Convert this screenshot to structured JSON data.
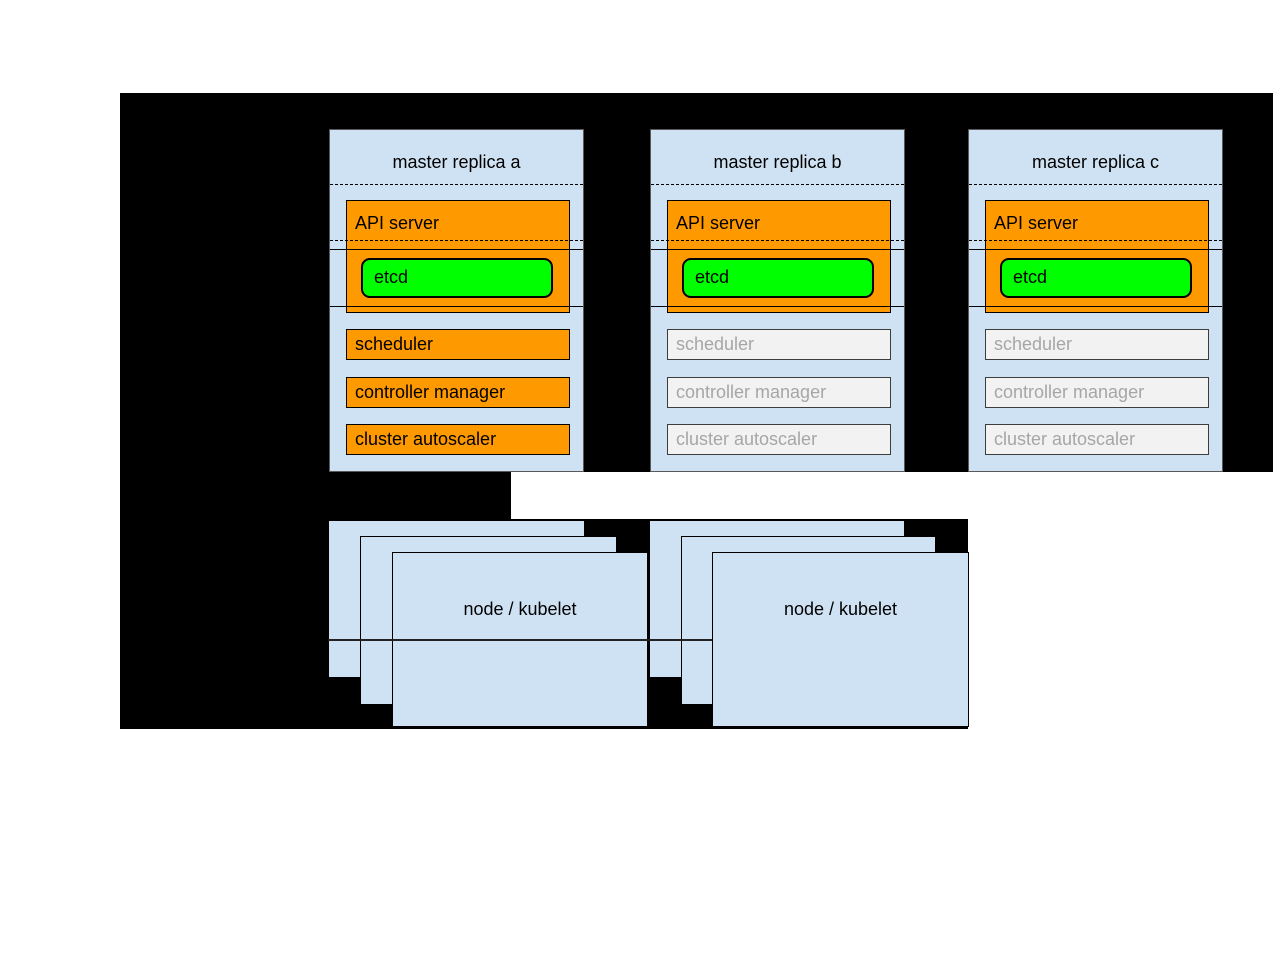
{
  "master_replicas": [
    {
      "title": "master replica a",
      "api_server": {
        "label": "API server",
        "state": "active"
      },
      "etcd": {
        "label": "etcd",
        "state": "active"
      },
      "components": [
        {
          "label": "scheduler",
          "state": "active"
        },
        {
          "label": "controller manager",
          "state": "active"
        },
        {
          "label": "cluster autoscaler",
          "state": "active"
        }
      ]
    },
    {
      "title": "master replica b",
      "api_server": {
        "label": "API server",
        "state": "active"
      },
      "etcd": {
        "label": "etcd",
        "state": "active"
      },
      "components": [
        {
          "label": "scheduler",
          "state": "inactive"
        },
        {
          "label": "controller manager",
          "state": "inactive"
        },
        {
          "label": "cluster autoscaler",
          "state": "inactive"
        }
      ]
    },
    {
      "title": "master replica c",
      "api_server": {
        "label": "API server",
        "state": "active"
      },
      "etcd": {
        "label": "etcd",
        "state": "active"
      },
      "components": [
        {
          "label": "scheduler",
          "state": "inactive"
        },
        {
          "label": "controller manager",
          "state": "inactive"
        },
        {
          "label": "cluster autoscaler",
          "state": "inactive"
        }
      ]
    }
  ],
  "nodes": [
    {
      "label": "node / kubelet"
    },
    {
      "label": "node / kubelet"
    }
  ],
  "colors": {
    "canvas_background": "#000000",
    "panel_blue": "#cfe2f3",
    "active_orange": "#ff9900",
    "etcd_green": "#00ff00",
    "inactive_fill": "#f2f2f2",
    "inactive_text": "#a6a6a6"
  }
}
